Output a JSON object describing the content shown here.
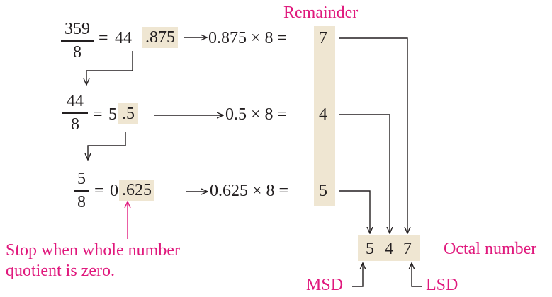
{
  "title": "Remainder",
  "colors": {
    "highlight": "#efe6d2",
    "accent": "#e0197d",
    "text": "#231f20"
  },
  "steps": [
    {
      "numerator": "359",
      "denominator": "8",
      "equals": "=",
      "whole": "44",
      "fraction": ".875",
      "product_expr": "0.875 × 8 =",
      "remainder": "7"
    },
    {
      "numerator": "44",
      "denominator": "8",
      "equals": "=",
      "whole": "5",
      "fraction": ".5",
      "product_expr": "0.5 × 8 =",
      "remainder": "4"
    },
    {
      "numerator": "5",
      "denominator": "8",
      "equals": "=",
      "whole": "0",
      "fraction": ".625",
      "product_expr": "0.625 × 8 =",
      "remainder": "5"
    }
  ],
  "result_digits": [
    "5",
    "4",
    "7"
  ],
  "result_label": "Octal number",
  "stop_note": [
    "Stop when whole number",
    "quotient is zero."
  ],
  "msd_label": "MSD",
  "lsd_label": "LSD"
}
